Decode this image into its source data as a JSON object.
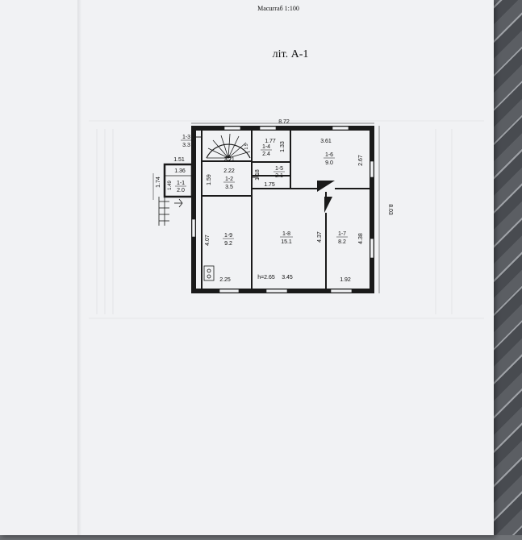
{
  "header": {
    "scale": "Масштаб 1:100",
    "title": "літ. А-1"
  },
  "plan": {
    "overall": {
      "width": "8.72",
      "depth": "8.03"
    },
    "dimensions": [
      {
        "name": "dim-1-77",
        "text": "1.77"
      },
      {
        "name": "dim-1-33",
        "text": "1.33"
      },
      {
        "name": "dim-3-61",
        "text": "3.61"
      },
      {
        "name": "dim-2-67",
        "text": "2.67"
      },
      {
        "name": "dim-1-51",
        "text": "1.51"
      },
      {
        "name": "dim-1-36",
        "text": "1.36"
      },
      {
        "name": "dim-1-74",
        "text": "1.74"
      },
      {
        "name": "dim-1-49",
        "text": "1.49"
      },
      {
        "name": "dim-1-59",
        "text": "1.59"
      },
      {
        "name": "dim-2-21",
        "text": "2.21"
      },
      {
        "name": "dim-2-22",
        "text": "2.22"
      },
      {
        "name": "dim-1-18",
        "text": "1.18"
      },
      {
        "name": "dim-1-75",
        "text": "1.75"
      },
      {
        "name": "dim-1-5-small",
        "text": "1.5"
      },
      {
        "name": "dim-4-07",
        "text": "4.07"
      },
      {
        "name": "dim-4-37",
        "text": "4.37"
      },
      {
        "name": "dim-4-38",
        "text": "4.38"
      },
      {
        "name": "dim-2-25",
        "text": "2.25"
      },
      {
        "name": "dim-h",
        "text": "h=2.65"
      },
      {
        "name": "dim-3-45",
        "text": "3.45"
      },
      {
        "name": "dim-1-92",
        "text": "1.92"
      }
    ],
    "rooms": [
      {
        "name": "room-1-1",
        "number": "1-1",
        "area": "2.0"
      },
      {
        "name": "room-1-2",
        "number": "1-2",
        "area": "3.5"
      },
      {
        "name": "room-1-3",
        "number": "1-3",
        "area": "3.3"
      },
      {
        "name": "room-1-4",
        "number": "1-4",
        "area": "2.4"
      },
      {
        "name": "room-1-5",
        "number": "1-5",
        "area": "2.1"
      },
      {
        "name": "room-1-6",
        "number": "1-6",
        "area": "9.0"
      },
      {
        "name": "room-1-7",
        "number": "1-7",
        "area": "8.2"
      },
      {
        "name": "room-1-8",
        "number": "1-8",
        "area": "15.1"
      },
      {
        "name": "room-1-9",
        "number": "1-9",
        "area": "9.2"
      }
    ]
  }
}
